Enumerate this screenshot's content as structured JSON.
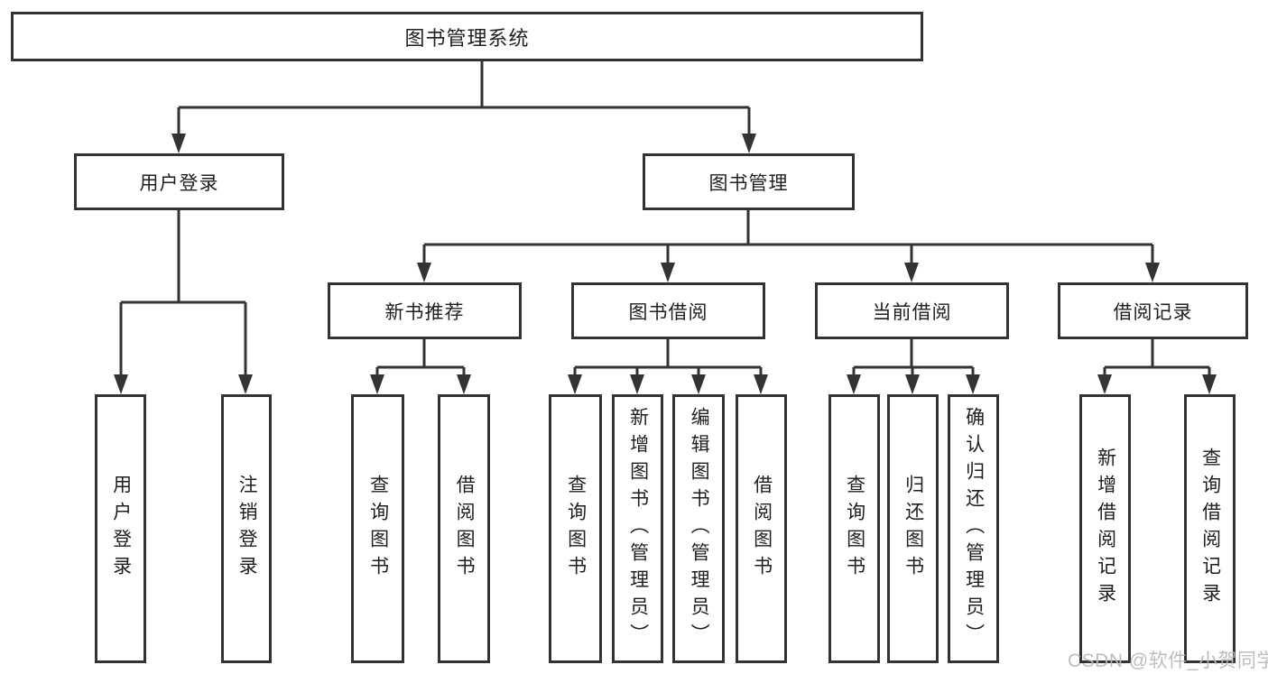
{
  "diagram": {
    "root": "图书管理系统",
    "user_login": {
      "label": "用户登录",
      "children": {
        "login": "用户登录",
        "logout": "注销登录"
      }
    },
    "book_management": {
      "label": "图书管理",
      "sections": {
        "new_book": {
          "label": "新书推荐",
          "children": {
            "query": "查询图书",
            "borrow": "借阅图书"
          }
        },
        "borrowing": {
          "label": "图书借阅",
          "children": {
            "query": "查询图书",
            "add": "新增图书（管理员）",
            "edit": "编辑图书（管理员）",
            "borrow": "借阅图书"
          }
        },
        "current": {
          "label": "当前借阅",
          "children": {
            "query": "查询图书",
            "return": "归还图书",
            "confirm": "确认归还（管理员）"
          }
        },
        "records": {
          "label": "借阅记录",
          "children": {
            "add": "新增借阅记录",
            "query": "查询借阅记录"
          }
        }
      }
    }
  },
  "watermark": {
    "text": "CSDN @软件_小贺同学"
  },
  "colors": {
    "box_border": "#333333",
    "connector_line": "#333333",
    "text": "#1f1f1f",
    "background": "#ffffff",
    "watermark": "#b9b9b9"
  }
}
